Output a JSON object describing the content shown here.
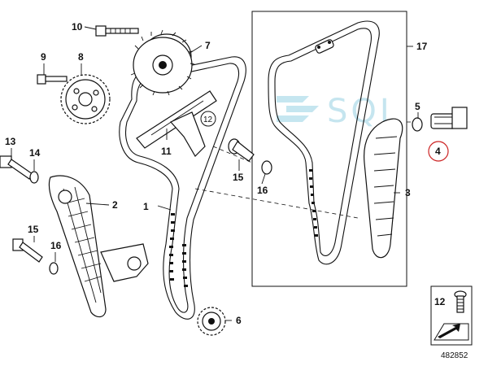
{
  "diagram": {
    "callouts": [
      {
        "id": "c10",
        "text": "10"
      },
      {
        "id": "c7",
        "text": "7"
      },
      {
        "id": "c9",
        "text": "9"
      },
      {
        "id": "c8",
        "text": "8"
      },
      {
        "id": "c17",
        "text": "17"
      },
      {
        "id": "c5",
        "text": "5"
      },
      {
        "id": "c4",
        "text": "4"
      },
      {
        "id": "c12",
        "text": "12"
      },
      {
        "id": "c13",
        "text": "13"
      },
      {
        "id": "c14",
        "text": "14"
      },
      {
        "id": "c11",
        "text": "11"
      },
      {
        "id": "c15a",
        "text": "15"
      },
      {
        "id": "c16a",
        "text": "16"
      },
      {
        "id": "c2",
        "text": "2"
      },
      {
        "id": "c1",
        "text": "1"
      },
      {
        "id": "c3",
        "text": "3"
      },
      {
        "id": "c15b",
        "text": "15"
      },
      {
        "id": "c16b",
        "text": "16"
      },
      {
        "id": "c6",
        "text": "6"
      },
      {
        "id": "c12b",
        "text": "12"
      }
    ],
    "diagram_number": "482852",
    "watermark": "SQL",
    "highlight_color": "#cc2222",
    "watermark_color": "#bfe3ee"
  }
}
